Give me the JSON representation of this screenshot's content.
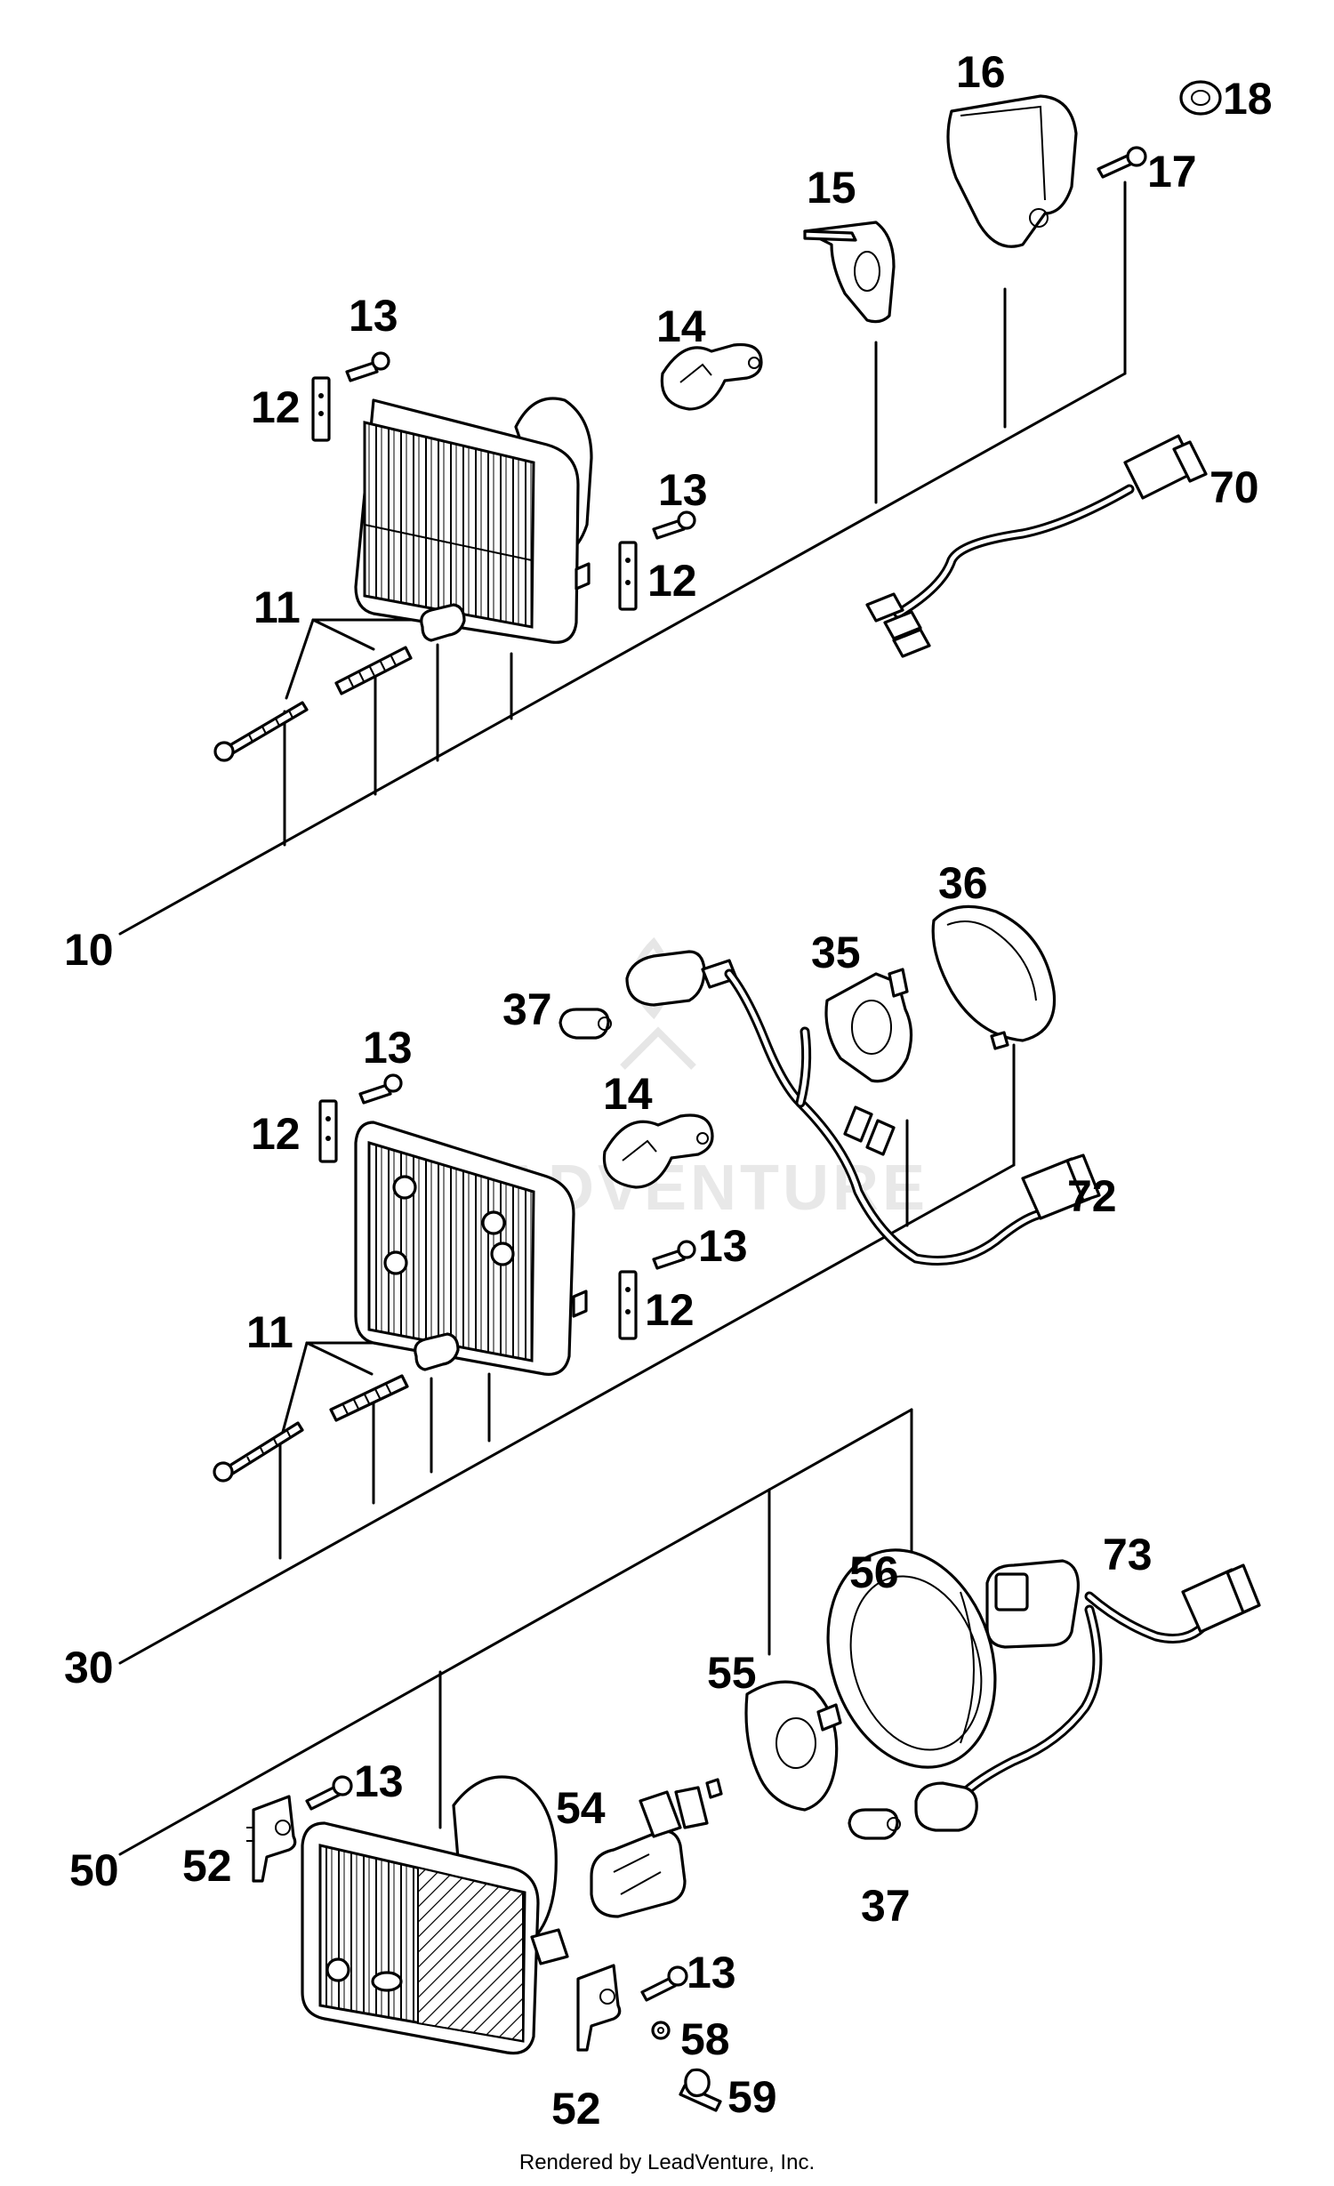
{
  "diagram": {
    "type": "exploded-parts-diagram",
    "watermark": "ADVENTURE",
    "footer": "Rendered by LeadVenture, Inc.",
    "callouts": {
      "c10": "10",
      "c11a": "11",
      "c12a": "12",
      "c12b": "12",
      "c13a": "13",
      "c13b": "13",
      "c14a": "14",
      "c15": "15",
      "c16": "16",
      "c17": "17",
      "c18": "18",
      "c70": "70",
      "c30": "30",
      "c11b": "11",
      "c12c": "12",
      "c12d": "12",
      "c13c": "13",
      "c13d": "13",
      "c14b": "14",
      "c35": "35",
      "c36": "36",
      "c37a": "37",
      "c72": "72",
      "c50": "50",
      "c52a": "52",
      "c52b": "52",
      "c13e": "13",
      "c13f": "13",
      "c54": "54",
      "c55": "55",
      "c56": "56",
      "c73": "73",
      "c37b": "37",
      "c58": "58",
      "c59": "59"
    }
  }
}
